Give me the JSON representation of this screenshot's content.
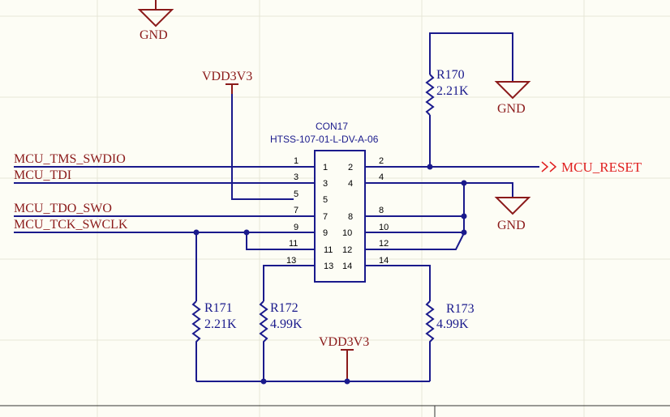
{
  "nets": {
    "gnd_top": "GND",
    "vdd_left": "VDD3V3",
    "gnd_r170": "GND",
    "gnd_pin4": "GND",
    "vdd_bottom": "VDD3V3",
    "mcu_reset": "MCU_RESET"
  },
  "signals": [
    "MCU_TMS_SWDIO",
    "MCU_TDI",
    "MCU_TDO_SWO",
    "MCU_TCK_SWCLK"
  ],
  "connector": {
    "ref": "CON17",
    "part": "HTSS-107-01-L-DV-A-06",
    "inner_pins": [
      "1",
      "2",
      "3",
      "4",
      "5",
      "7",
      "8",
      "9",
      "10",
      "11",
      "12",
      "13",
      "14"
    ],
    "outer_pins": [
      "1",
      "2",
      "3",
      "4",
      "5",
      "7",
      "8",
      "9",
      "10",
      "11",
      "12",
      "13",
      "14"
    ]
  },
  "resistors": {
    "r170": {
      "ref": "R170",
      "value": "2.21K"
    },
    "r171": {
      "ref": "R171",
      "value": "2.21K"
    },
    "r172": {
      "ref": "R172",
      "value": "4.99K"
    },
    "r173": {
      "ref": "R173",
      "value": "4.99K"
    }
  },
  "colors": {
    "wire": "#1a1a8c",
    "power": "#8b1a1a",
    "port": "#e02020",
    "background": "#fdfdf5"
  }
}
